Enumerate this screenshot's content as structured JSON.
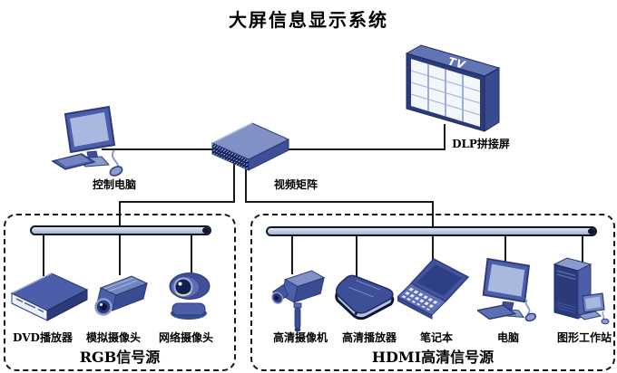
{
  "title": "大屏信息显示系统",
  "nodes": {
    "control_pc": {
      "label": "控制电脑"
    },
    "video_matrix": {
      "label": "视频矩阵"
    },
    "dlp_wall": {
      "label": "DLP拼接屏",
      "screen_text": "TV",
      "grid_columns": 4,
      "grid_rows": 4
    }
  },
  "groups": {
    "rgb": {
      "label": "RGB信号源",
      "items": [
        {
          "label": "DVD播放器"
        },
        {
          "label": "模拟摄像头"
        },
        {
          "label": "网络摄像头"
        }
      ]
    },
    "hdmi": {
      "label": "HDMI高清信号源",
      "items": [
        {
          "label": "高清摄像机"
        },
        {
          "label": "高清播放器"
        },
        {
          "label": "笔记本"
        },
        {
          "label": "电脑"
        },
        {
          "label": "图形工作站"
        }
      ]
    }
  },
  "colors": {
    "line": "#1a1a1a",
    "navy": "#2b3a7a",
    "mid_blue": "#4c5ea9",
    "light_blue": "#8b9bce",
    "bus_fill": "#b9c5dc",
    "wall_cell": "#f3f6fb"
  }
}
